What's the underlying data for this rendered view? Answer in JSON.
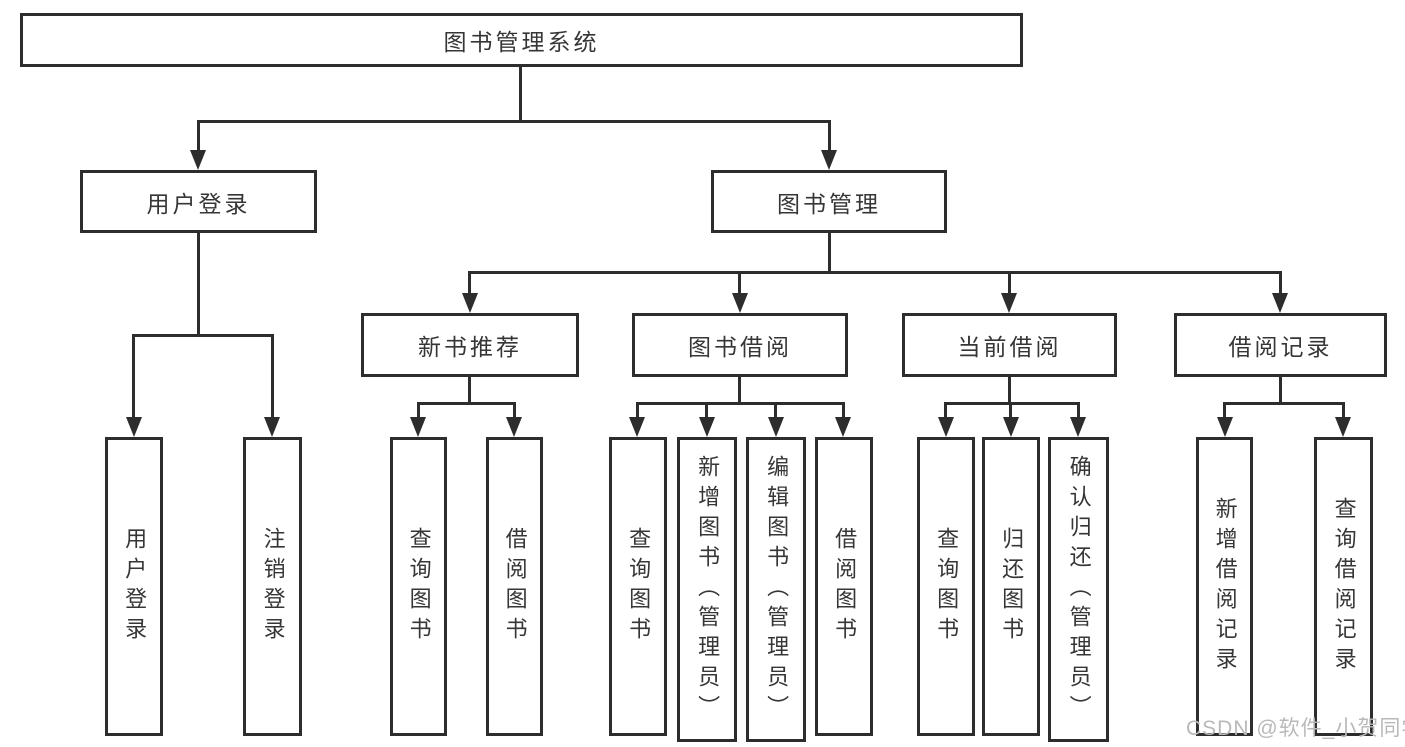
{
  "tree": {
    "root": {
      "label": "图书管理系统",
      "children": [
        {
          "label": "用户登录",
          "children": [
            {
              "label": "用户登录"
            },
            {
              "label": "注销登录"
            }
          ]
        },
        {
          "label": "图书管理",
          "children": [
            {
              "label": "新书推荐",
              "children": [
                {
                  "label": "查询图书"
                },
                {
                  "label": "借阅图书"
                }
              ]
            },
            {
              "label": "图书借阅",
              "children": [
                {
                  "label": "查询图书"
                },
                {
                  "label": "新增图书（管理员）"
                },
                {
                  "label": "编辑图书（管理员）"
                },
                {
                  "label": "借阅图书"
                }
              ]
            },
            {
              "label": "当前借阅",
              "children": [
                {
                  "label": "查询图书"
                },
                {
                  "label": "归还图书"
                },
                {
                  "label": "确认归还（管理员）"
                }
              ]
            },
            {
              "label": "借阅记录",
              "children": [
                {
                  "label": "新增借阅记录"
                },
                {
                  "label": "查询借阅记录"
                }
              ]
            }
          ]
        }
      ]
    }
  },
  "watermark": {
    "label": "CSDN @软件_小贺同学"
  },
  "colors": {
    "line": "#2d2d2d",
    "box_border": "#2d2d2d",
    "text": "#363636",
    "watermark": "#b9b9b9",
    "background": "#ffffff"
  }
}
